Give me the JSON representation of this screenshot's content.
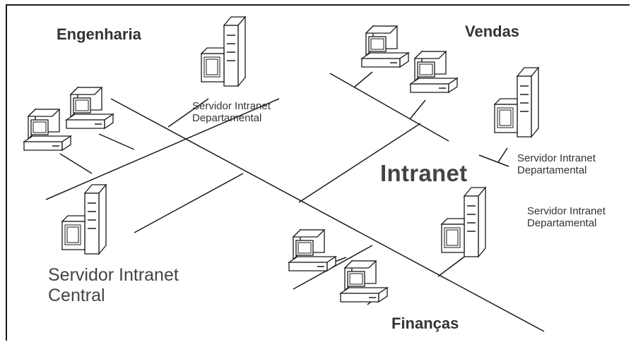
{
  "labels": {
    "engenharia": "Engenharia",
    "vendas": "Vendas",
    "financas": "Finanças",
    "intranet": "Intranet",
    "srv_eng_line1": "Servidor Intranet",
    "srv_eng_line2": "Departamental",
    "srv_vendas_line1": "Servidor Intranet",
    "srv_vendas_line2": "Departamental",
    "srv_fin_line1": "Servidor Intranet",
    "srv_fin_line2": "Departamental",
    "central_line1": "Servidor Intranet",
    "central_line2": "Central"
  },
  "colors": {
    "stroke": "#1a1a1a",
    "fill": "#ffffff",
    "text": "#333333"
  }
}
